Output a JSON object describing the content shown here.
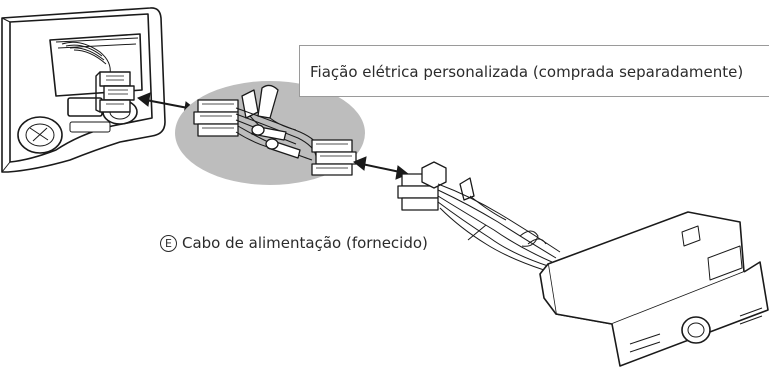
{
  "labels": {
    "custom_wiring": "Fiação elétrica personalizada (comprada separadamente)",
    "power_cable_marker": "E",
    "power_cable": "Cabo de alimentação (fornecido)"
  },
  "colors": {
    "line": "#1a1a1a",
    "highlight_ellipse": "#bdbdbd",
    "dashboard_fill": "#ffffff",
    "callout_border": "#9a9a9a"
  },
  "icons": {
    "connection_arrow": "double-headed-arrow",
    "head_unit": "car-stereo-unit",
    "dashboard": "car-dashboard-opening"
  }
}
